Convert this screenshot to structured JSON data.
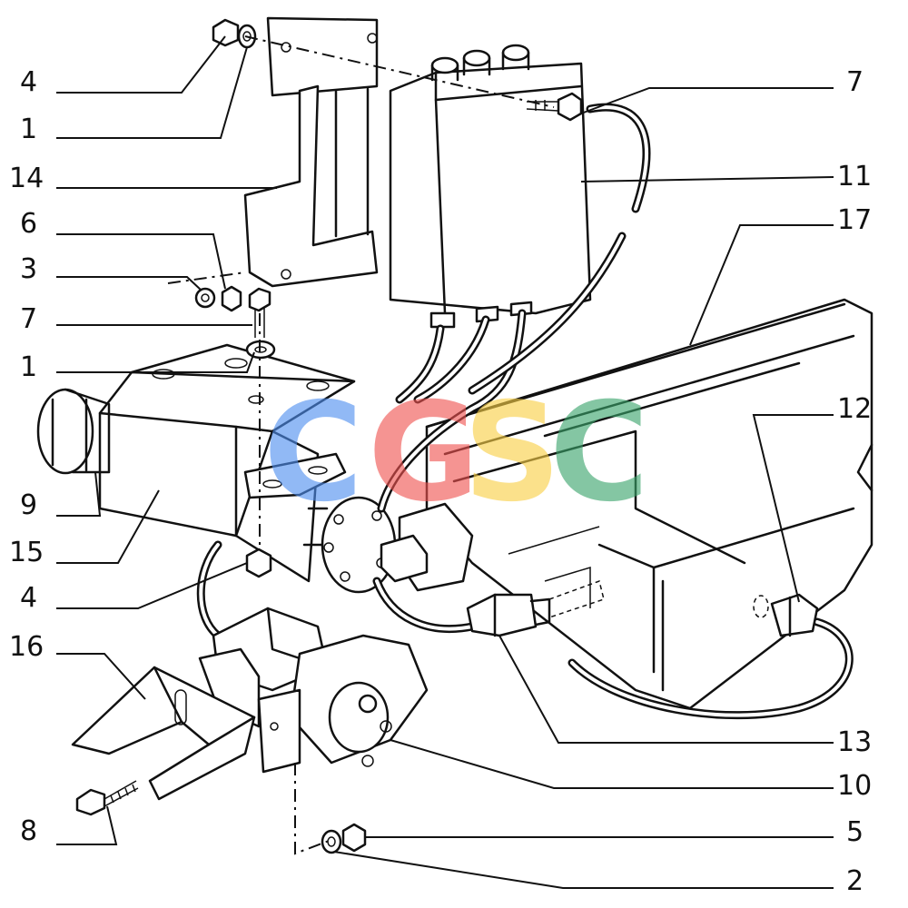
{
  "labels_left": [
    {
      "num": "4"
    },
    {
      "num": "1"
    },
    {
      "num": "14"
    },
    {
      "num": "6"
    },
    {
      "num": "3"
    },
    {
      "num": "7"
    },
    {
      "num": "1"
    },
    {
      "num": "9"
    },
    {
      "num": "15"
    },
    {
      "num": "4"
    },
    {
      "num": "16"
    },
    {
      "num": "8"
    }
  ],
  "labels_right": [
    {
      "num": "7"
    },
    {
      "num": "11"
    },
    {
      "num": "17"
    },
    {
      "num": "12"
    },
    {
      "num": "13"
    },
    {
      "num": "10"
    },
    {
      "num": "5"
    },
    {
      "num": "2"
    }
  ],
  "watermark": {
    "text": "CGSC",
    "colors": [
      "#4f8ff0",
      "#ef5350",
      "#f9cf45",
      "#3aa46b"
    ]
  }
}
